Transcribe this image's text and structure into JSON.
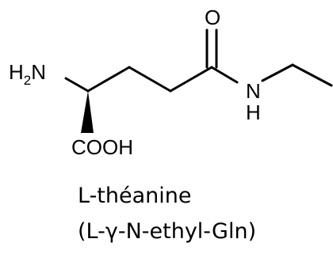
{
  "molecule": {
    "atoms": {
      "amine_h": "H",
      "amine_sub": "2",
      "amine_n": "N",
      "carboxyl": "COOH",
      "carbonyl_o": "O",
      "amide_n": "N",
      "amide_h": "H"
    },
    "name": "L-théanine",
    "synonym": "(L-γ-N-ethyl-Gln)"
  }
}
